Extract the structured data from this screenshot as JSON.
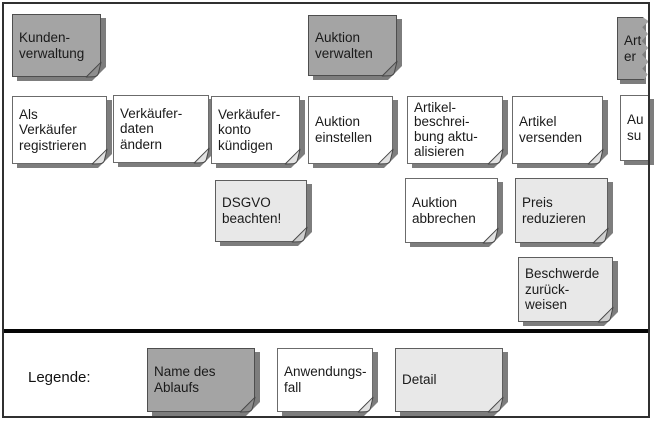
{
  "colors": {
    "header_note_bg": "#a4a4a4",
    "usecase_note_bg": "#ffffff",
    "detail_note_bg": "#e8e8e8",
    "note_shadow": "#7d7d7d",
    "separator": "#050505",
    "text": "#1a1a1a"
  },
  "notes": {
    "kundenverwaltung": {
      "text": "Kunden-\nverwaltung",
      "type": "header"
    },
    "auktion_verwalten": {
      "text": "Auktion\nverwalten",
      "type": "header"
    },
    "torn_header": {
      "text": "Art\ner",
      "type": "header"
    },
    "als_verkaeufer_registrieren": {
      "text": "Als\nVerkäufer\nregistrieren",
      "type": "usecase"
    },
    "verkaeuferdaten_aendern": {
      "text": "Verkäufer-\ndaten\nändern",
      "type": "usecase"
    },
    "verkaeuferkonto_kuendigen": {
      "text": "Verkäufer-\nkonto\nkündigen",
      "type": "usecase"
    },
    "auktion_einstellen": {
      "text": "Auktion\neinstellen",
      "type": "usecase"
    },
    "artikelbeschreibung_aktualisieren": {
      "text": "Artikel-\nbeschrei-\nbung aktu-\nalisieren",
      "type": "usecase"
    },
    "artikel_versenden": {
      "text": "Artikel\nversenden",
      "type": "usecase"
    },
    "torn_usecase": {
      "text": "Au\nsu",
      "type": "usecase"
    },
    "dsgvo_beachten": {
      "text": "DSGVO\nbeachten!",
      "type": "detail"
    },
    "auktion_abbrechen": {
      "text": "Auktion\nabbrechen",
      "type": "usecase"
    },
    "preis_reduzieren": {
      "text": "Preis\nreduzieren",
      "type": "detail"
    },
    "beschwerde_zurueckweisen": {
      "text": "Beschwerde\nzurück-\nweisen",
      "type": "detail"
    }
  },
  "legend": {
    "label": "Legende:",
    "name_des_ablaufs": {
      "text": "Name des\nAblaufs",
      "type": "header"
    },
    "anwendungsfall": {
      "text": "Anwendungs-\nfall",
      "type": "usecase"
    },
    "detail": {
      "text": "Detail",
      "type": "detail"
    }
  }
}
